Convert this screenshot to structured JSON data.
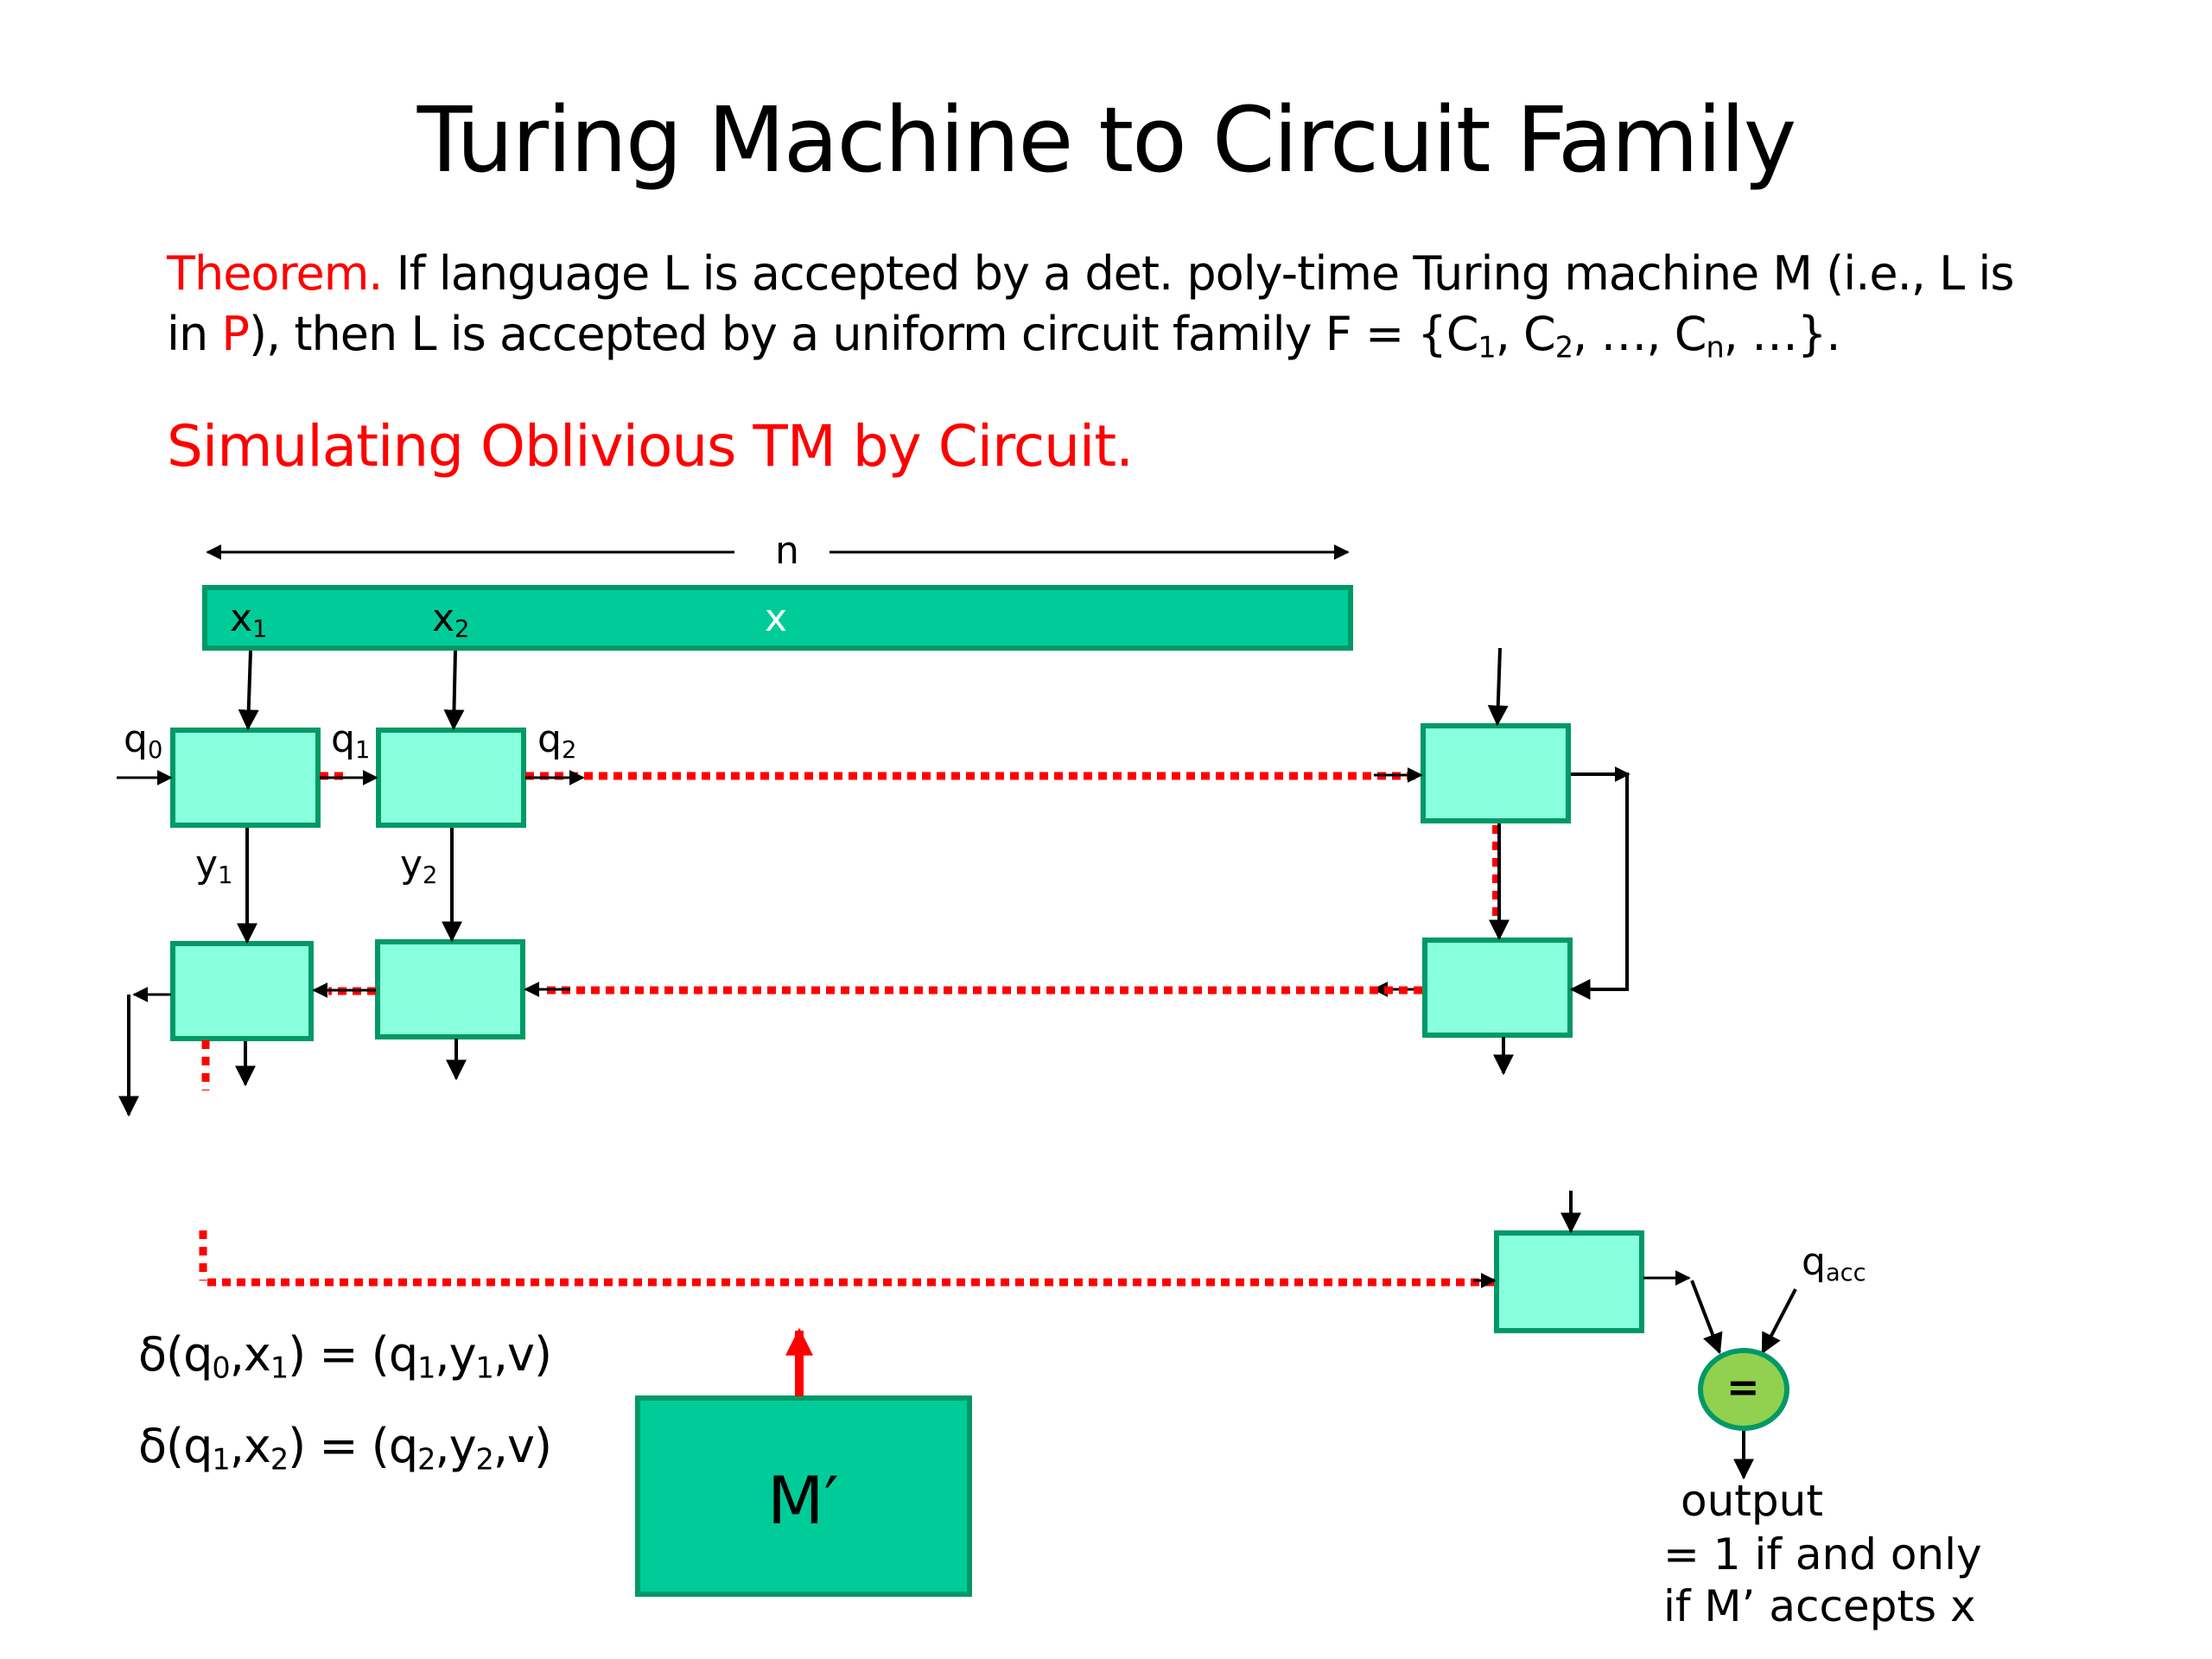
{
  "slide": {
    "title": "Turing Machine to Circuit Family",
    "theorem": {
      "label": "Theorem.",
      "line1_text": " If language L is accepted by a det. poly-time Turing machine M (i.e., L is",
      "line2_prefix": "in ",
      "line2_red": "P",
      "line2_text": "), then L is accepted by a uniform circuit family F = {C",
      "c1_sub": "1",
      "sep1": ", C",
      "c2_sub": "2",
      "sep2": ", …, C",
      "cn_sub": "n",
      "end": ", …}."
    },
    "subheading": "Simulating Oblivious TM by Circuit."
  },
  "diagram": {
    "input_length_label": "n",
    "input_tape_label": "x",
    "input_symbols": [
      {
        "base": "x",
        "sub": "1"
      },
      {
        "base": "x",
        "sub": "2"
      }
    ],
    "state_labels": [
      {
        "base": "q",
        "sub": "0"
      },
      {
        "base": "q",
        "sub": "1"
      },
      {
        "base": "q",
        "sub": "2"
      }
    ],
    "output_symbols": [
      {
        "base": "y",
        "sub": "1"
      },
      {
        "base": "y",
        "sub": "2"
      }
    ],
    "accept_state": {
      "base": "q",
      "sub": "acc"
    },
    "comparator_label": "=",
    "machine_label": "M′",
    "transitions": [
      {
        "prefix": "δ(q",
        "a": "0",
        "mid": ",x",
        "b": "1",
        "eq": ") = (q",
        "c": "1",
        "mid2": ",y",
        "d": "1",
        "end": ",v)"
      },
      {
        "prefix": "δ(q",
        "a": "1",
        "mid": ",x",
        "b": "2",
        "eq": ") = (q",
        "c": "2",
        "mid2": ",y",
        "d": "2",
        "end": ",v)"
      }
    ],
    "output_caption": [
      "output",
      "= 1 if and only",
      "if M’ accepts x"
    ],
    "colors": {
      "tape_fill": "#00cc99",
      "cell_fill": "#88ffdd",
      "border": "#009966",
      "comparator_fill": "#92d050",
      "dotted": "#ff0000"
    }
  }
}
